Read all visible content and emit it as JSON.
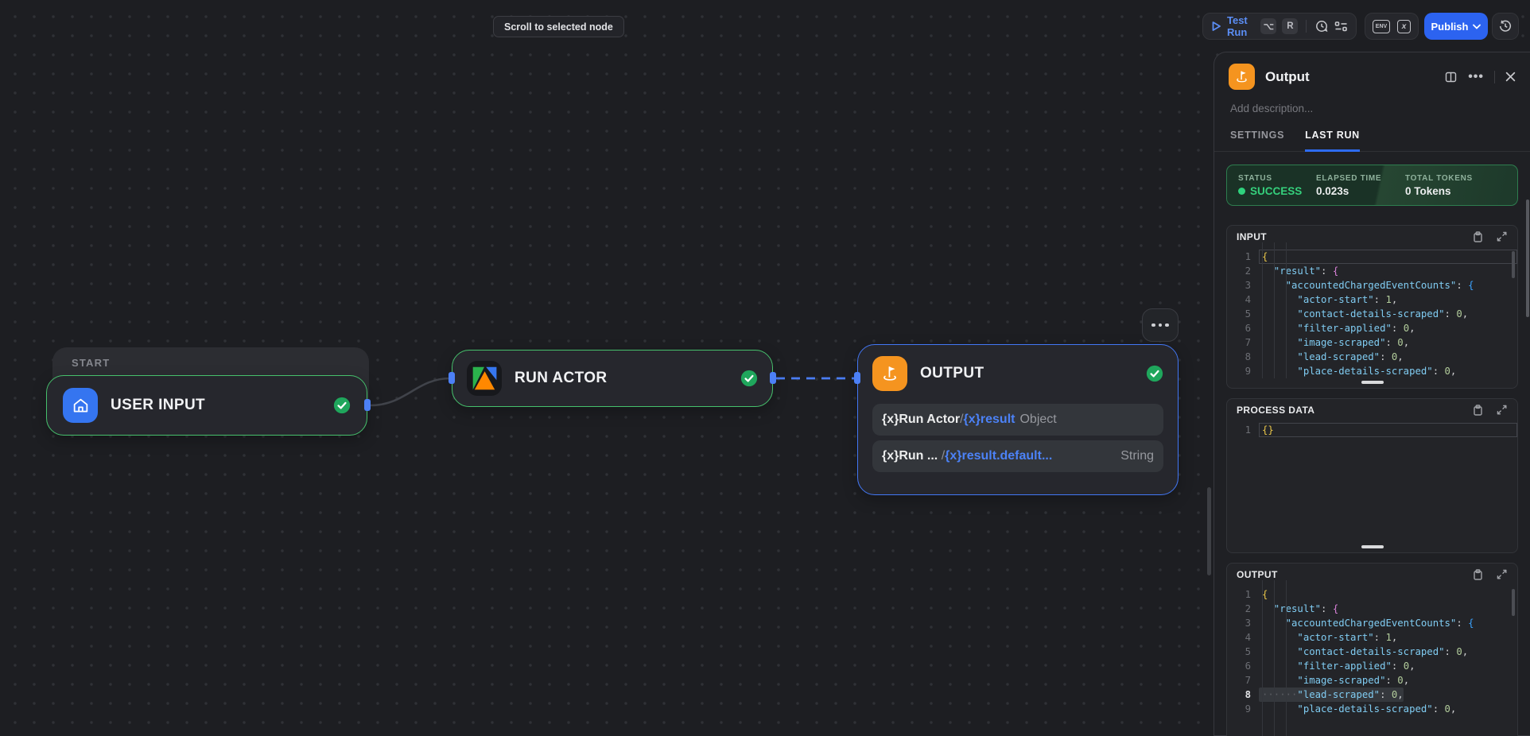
{
  "tooltip": {
    "text": "Scroll to selected node"
  },
  "toolbar": {
    "test_run": "Test Run",
    "shortcut_keys": [
      "⌥",
      "R"
    ],
    "publish": "Publish",
    "env_label": "ENV",
    "var_label": "x",
    "icons": [
      "play-icon",
      "timer-run-icon",
      "run-options-icon",
      "env-vars-icon",
      "variables-icon",
      "chevron-down-icon",
      "run-history-icon"
    ]
  },
  "canvas": {
    "start_group_label": "START",
    "nodes": {
      "user_input": {
        "title": "USER INPUT",
        "icon": "home-icon",
        "status_icon": "check-circle-icon"
      },
      "run_actor": {
        "title": "RUN ACTOR",
        "icon": "apify-logo-icon",
        "status_icon": "check-circle-icon"
      },
      "output": {
        "title": "OUTPUT",
        "icon": "flag-icon",
        "status_icon": "check-circle-icon",
        "rows": [
          {
            "source": "{x}Run Actor",
            "sep": "/",
            "ref": "{x}result",
            "type": "Object"
          },
          {
            "source": "{x}Run ... ",
            "sep": "/",
            "ref": "{x}result.default...",
            "type": "String"
          }
        ]
      }
    }
  },
  "panel": {
    "title": "Output",
    "description_placeholder": "Add description...",
    "tabs": [
      {
        "label": "SETTINGS",
        "active": false
      },
      {
        "label": "LAST RUN",
        "active": true
      }
    ],
    "status": {
      "items": [
        {
          "label": "STATUS",
          "value": "SUCCESS",
          "kind": "success"
        },
        {
          "label": "ELAPSED TIME",
          "value": "0.023s"
        },
        {
          "label": "TOTAL TOKENS",
          "value": "0 Tokens"
        }
      ]
    },
    "blocks": [
      {
        "title": "INPUT",
        "lines": [
          {
            "n": 1,
            "active": true,
            "tokens": [
              {
                "c": "y",
                "t": "{"
              }
            ]
          },
          {
            "n": 2,
            "tokens": [
              {
                "c": "k",
                "t": "  \"result\""
              },
              {
                "c": "pu",
                "t": ": "
              },
              {
                "c": "p",
                "t": "{"
              }
            ]
          },
          {
            "n": 3,
            "tokens": [
              {
                "c": "k",
                "t": "    \"accountedChargedEventCounts\""
              },
              {
                "c": "pu",
                "t": ": "
              },
              {
                "c": "b",
                "t": "{"
              }
            ]
          },
          {
            "n": 4,
            "tokens": [
              {
                "c": "k",
                "t": "      \"actor-start\""
              },
              {
                "c": "pu",
                "t": ": "
              },
              {
                "c": "n",
                "t": "1"
              },
              {
                "c": "pu",
                "t": ","
              }
            ]
          },
          {
            "n": 5,
            "tokens": [
              {
                "c": "k",
                "t": "      \"contact-details-scraped\""
              },
              {
                "c": "pu",
                "t": ": "
              },
              {
                "c": "n",
                "t": "0"
              },
              {
                "c": "pu",
                "t": ","
              }
            ]
          },
          {
            "n": 6,
            "tokens": [
              {
                "c": "k",
                "t": "      \"filter-applied\""
              },
              {
                "c": "pu",
                "t": ": "
              },
              {
                "c": "n",
                "t": "0"
              },
              {
                "c": "pu",
                "t": ","
              }
            ]
          },
          {
            "n": 7,
            "tokens": [
              {
                "c": "k",
                "t": "      \"image-scraped\""
              },
              {
                "c": "pu",
                "t": ": "
              },
              {
                "c": "n",
                "t": "0"
              },
              {
                "c": "pu",
                "t": ","
              }
            ]
          },
          {
            "n": 8,
            "tokens": [
              {
                "c": "k",
                "t": "      \"lead-scraped\""
              },
              {
                "c": "pu",
                "t": ": "
              },
              {
                "c": "n",
                "t": "0"
              },
              {
                "c": "pu",
                "t": ","
              }
            ]
          },
          {
            "n": 9,
            "tokens": [
              {
                "c": "k",
                "t": "      \"place-details-scraped\""
              },
              {
                "c": "pu",
                "t": ": "
              },
              {
                "c": "n",
                "t": "0"
              },
              {
                "c": "pu",
                "t": ","
              }
            ]
          }
        ]
      },
      {
        "title": "PROCESS DATA",
        "lines": [
          {
            "n": 1,
            "active": true,
            "tokens": [
              {
                "c": "y",
                "t": "{}"
              }
            ]
          }
        ]
      },
      {
        "title": "OUTPUT",
        "lines": [
          {
            "n": 1,
            "tokens": [
              {
                "c": "y",
                "t": "{"
              }
            ]
          },
          {
            "n": 2,
            "tokens": [
              {
                "c": "k",
                "t": "  \"result\""
              },
              {
                "c": "pu",
                "t": ": "
              },
              {
                "c": "p",
                "t": "{"
              }
            ]
          },
          {
            "n": 3,
            "tokens": [
              {
                "c": "k",
                "t": "    \"accountedChargedEventCounts\""
              },
              {
                "c": "pu",
                "t": ": "
              },
              {
                "c": "b",
                "t": "{"
              }
            ]
          },
          {
            "n": 4,
            "tokens": [
              {
                "c": "k",
                "t": "      \"actor-start\""
              },
              {
                "c": "pu",
                "t": ": "
              },
              {
                "c": "n",
                "t": "1"
              },
              {
                "c": "pu",
                "t": ","
              }
            ]
          },
          {
            "n": 5,
            "tokens": [
              {
                "c": "k",
                "t": "      \"contact-details-scraped\""
              },
              {
                "c": "pu",
                "t": ": "
              },
              {
                "c": "n",
                "t": "0"
              },
              {
                "c": "pu",
                "t": ","
              }
            ]
          },
          {
            "n": 6,
            "tokens": [
              {
                "c": "k",
                "t": "      \"filter-applied\""
              },
              {
                "c": "pu",
                "t": ": "
              },
              {
                "c": "n",
                "t": "0"
              },
              {
                "c": "pu",
                "t": ","
              }
            ]
          },
          {
            "n": 7,
            "tokens": [
              {
                "c": "k",
                "t": "      \"image-scraped\""
              },
              {
                "c": "pu",
                "t": ": "
              },
              {
                "c": "n",
                "t": "0"
              },
              {
                "c": "pu",
                "t": ","
              }
            ]
          },
          {
            "n": 8,
            "nb": true,
            "sel": true,
            "tokens": [
              {
                "c": "ws",
                "t": "······"
              },
              {
                "c": "k",
                "t": "\"lead-scraped\""
              },
              {
                "c": "pu",
                "t": ": "
              },
              {
                "c": "n",
                "t": "0"
              },
              {
                "c": "pu",
                "t": ","
              }
            ]
          },
          {
            "n": 9,
            "tokens": [
              {
                "c": "k",
                "t": "      \"place-details-scraped\""
              },
              {
                "c": "pu",
                "t": ": "
              },
              {
                "c": "n",
                "t": "0"
              },
              {
                "c": "pu",
                "t": ","
              }
            ]
          }
        ]
      }
    ]
  },
  "colors": {
    "accent_blue": "#2c63f0",
    "selection_blue": "#4277f5",
    "node_green": "#46c06c",
    "success_green": "#35d07c",
    "output_orange": "#f5941f",
    "canvas_bg": "#1d1e22"
  }
}
